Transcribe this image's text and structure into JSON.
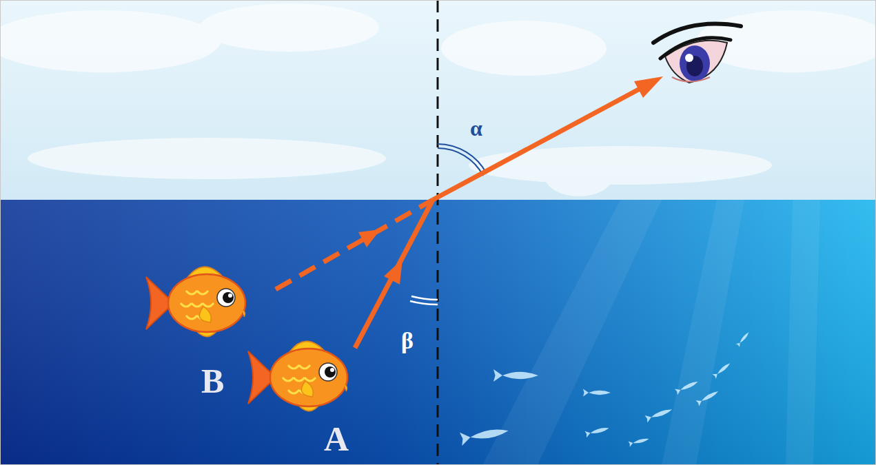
{
  "diagram": {
    "labels": [
      "α",
      "β",
      "B",
      "A"
    ]
  }
}
